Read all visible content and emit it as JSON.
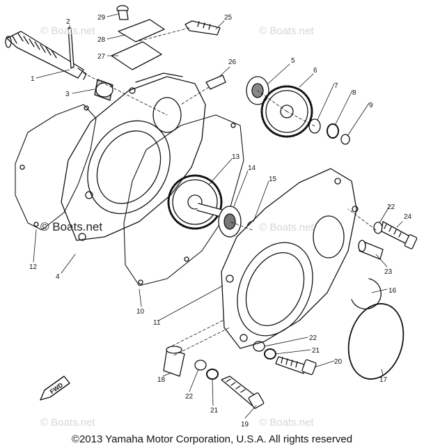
{
  "watermark_text": "© Boats.net",
  "copyright": "©2013 Yamaha Motor Corporation, U.S.A. All rights reserved",
  "fwd_label": "FWD",
  "callouts": [
    "1",
    "2",
    "3",
    "4",
    "5",
    "6",
    "7",
    "8",
    "9",
    "10",
    "11",
    "12",
    "13",
    "14",
    "15",
    "16",
    "17",
    "18",
    "19",
    "20",
    "21",
    "22",
    "23",
    "24",
    "25",
    "26",
    "27",
    "28",
    "29",
    "22",
    "21",
    "22",
    "21"
  ]
}
